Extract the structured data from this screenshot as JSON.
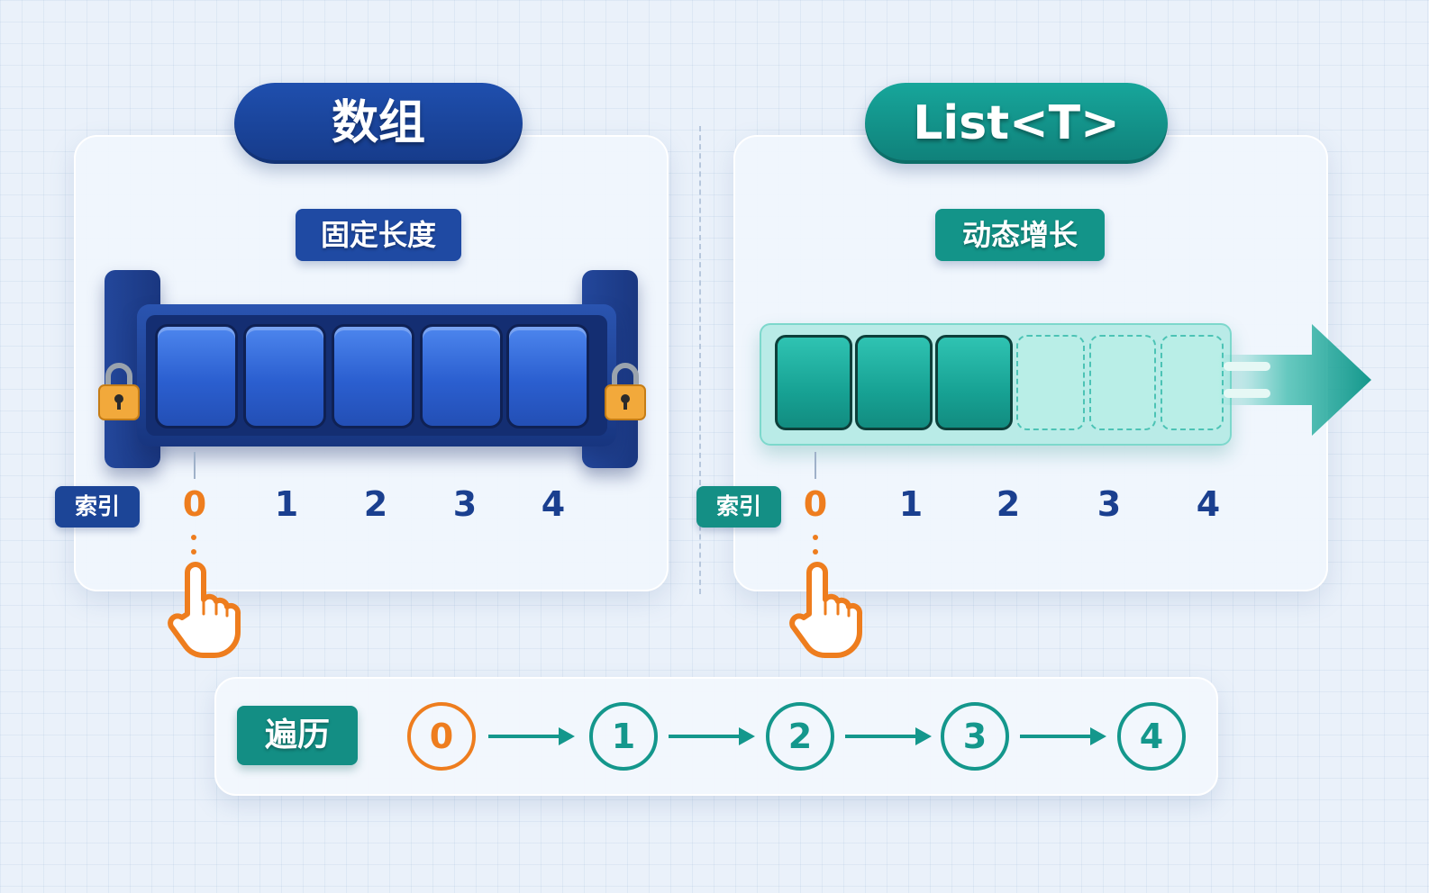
{
  "colors": {
    "array_blue": "#1f4aa3",
    "list_teal": "#139489",
    "highlight_orange": "#ee7d1e",
    "lock_gold": "#f2a93b"
  },
  "array": {
    "title": "数组",
    "subtitle": "固定长度",
    "cell_count": 5,
    "index_label": "索引",
    "indices": [
      "0",
      "1",
      "2",
      "3",
      "4"
    ],
    "highlighted_index": "0",
    "icons": [
      "lock-icon",
      "pointer-hand-icon"
    ]
  },
  "list": {
    "title": "List<T>",
    "subtitle": "动态增长",
    "filled_count": 3,
    "reserved_count": 3,
    "index_label": "索引",
    "indices": [
      "0",
      "1",
      "2",
      "3",
      "4"
    ],
    "highlighted_index": "0",
    "icons": [
      "grow-arrow-icon",
      "pointer-hand-icon"
    ]
  },
  "traversal": {
    "label": "遍历",
    "steps": [
      "0",
      "1",
      "2",
      "3",
      "4"
    ],
    "highlighted_step": "0"
  }
}
